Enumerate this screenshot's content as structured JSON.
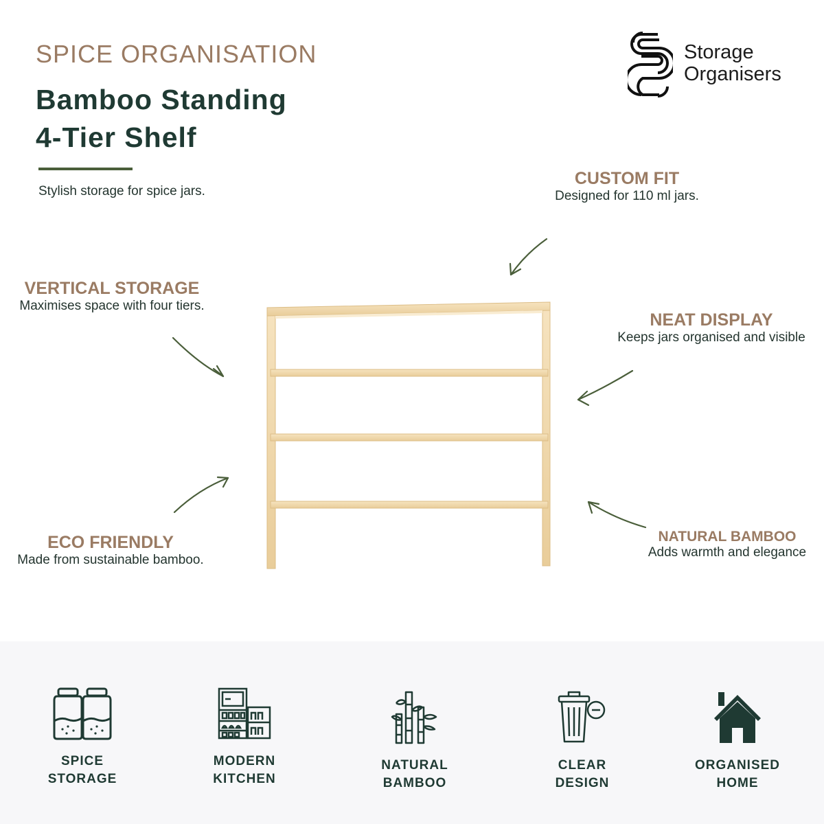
{
  "header": {
    "eyebrow": "SPICE ORGANISATION",
    "title_line1": "Bamboo Standing",
    "title_line2": "4-Tier Shelf",
    "tagline": "Stylish storage for spice jars."
  },
  "brand": {
    "name_line1": "Storage",
    "name_line2": "Organisers",
    "logo_icon": "interlinked-s-icon"
  },
  "features": {
    "custom_fit": {
      "title": "CUSTOM FIT",
      "desc": "Designed for 110 ml jars."
    },
    "vertical_storage": {
      "title": "VERTICAL STORAGE",
      "desc": "Maximises space with four tiers."
    },
    "neat_display": {
      "title": "NEAT DISPLAY",
      "desc": "Keeps jars organised and visible"
    },
    "eco_friendly": {
      "title": "ECO FRIENDLY",
      "desc": "Made from sustainable bamboo."
    },
    "natural_bamboo": {
      "title": "NATURAL BAMBOO",
      "desc": "Adds warmth and elegance"
    }
  },
  "benefits": [
    {
      "line1": "SPICE",
      "line2": "STORAGE",
      "icon": "spice-jars-icon"
    },
    {
      "line1": "MODERN",
      "line2": "KITCHEN",
      "icon": "kitchen-shelves-icon"
    },
    {
      "line1": "NATURAL",
      "line2": "BAMBOO",
      "icon": "bamboo-icon"
    },
    {
      "line1": "CLEAR",
      "line2": "DESIGN",
      "icon": "trash-bin-icon"
    },
    {
      "line1": "ORGANISED",
      "line2": "HOME",
      "icon": "house-icon"
    }
  ],
  "colors": {
    "accent_brown": "#9a7b63",
    "dark_green": "#1f3a33",
    "arrow_green": "#4a5e3a",
    "bamboo": "#f1d9ae",
    "band_bg": "#f7f7f9"
  }
}
